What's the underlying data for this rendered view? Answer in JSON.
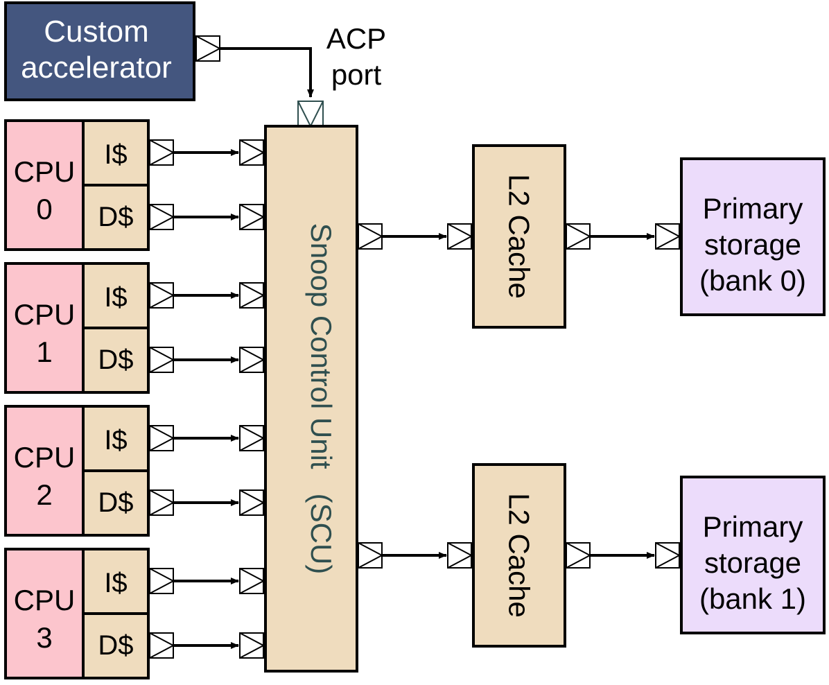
{
  "accelerator": {
    "line1": "Custom",
    "line2": "accelerator"
  },
  "acp": {
    "line1": "ACP",
    "line2": "port"
  },
  "scu": {
    "label": "Snoop Control Unit   (SCU)"
  },
  "cpus": [
    {
      "line1": "CPU",
      "line2": "0",
      "icache": "I$",
      "dcache": "D$"
    },
    {
      "line1": "CPU",
      "line2": "1",
      "icache": "I$",
      "dcache": "D$"
    },
    {
      "line1": "CPU",
      "line2": "2",
      "icache": "I$",
      "dcache": "D$"
    },
    {
      "line1": "CPU",
      "line2": "3",
      "icache": "I$",
      "dcache": "D$"
    }
  ],
  "l2": [
    {
      "label": "L2 Cache"
    },
    {
      "label": "L2 Cache"
    }
  ],
  "storage": [
    {
      "line1": "Primary",
      "line2": "storage",
      "line3": "(bank 0)"
    },
    {
      "line1": "Primary",
      "line2": "storage",
      "line3": "(bank 1)"
    }
  ],
  "colors": {
    "accelerator_fill": "#44567f",
    "cpu_fill": "#fcc5cd",
    "cache_fill": "#efdcbe",
    "storage_fill": "#ecdcfb",
    "scu_text": "#2f4f4f"
  }
}
